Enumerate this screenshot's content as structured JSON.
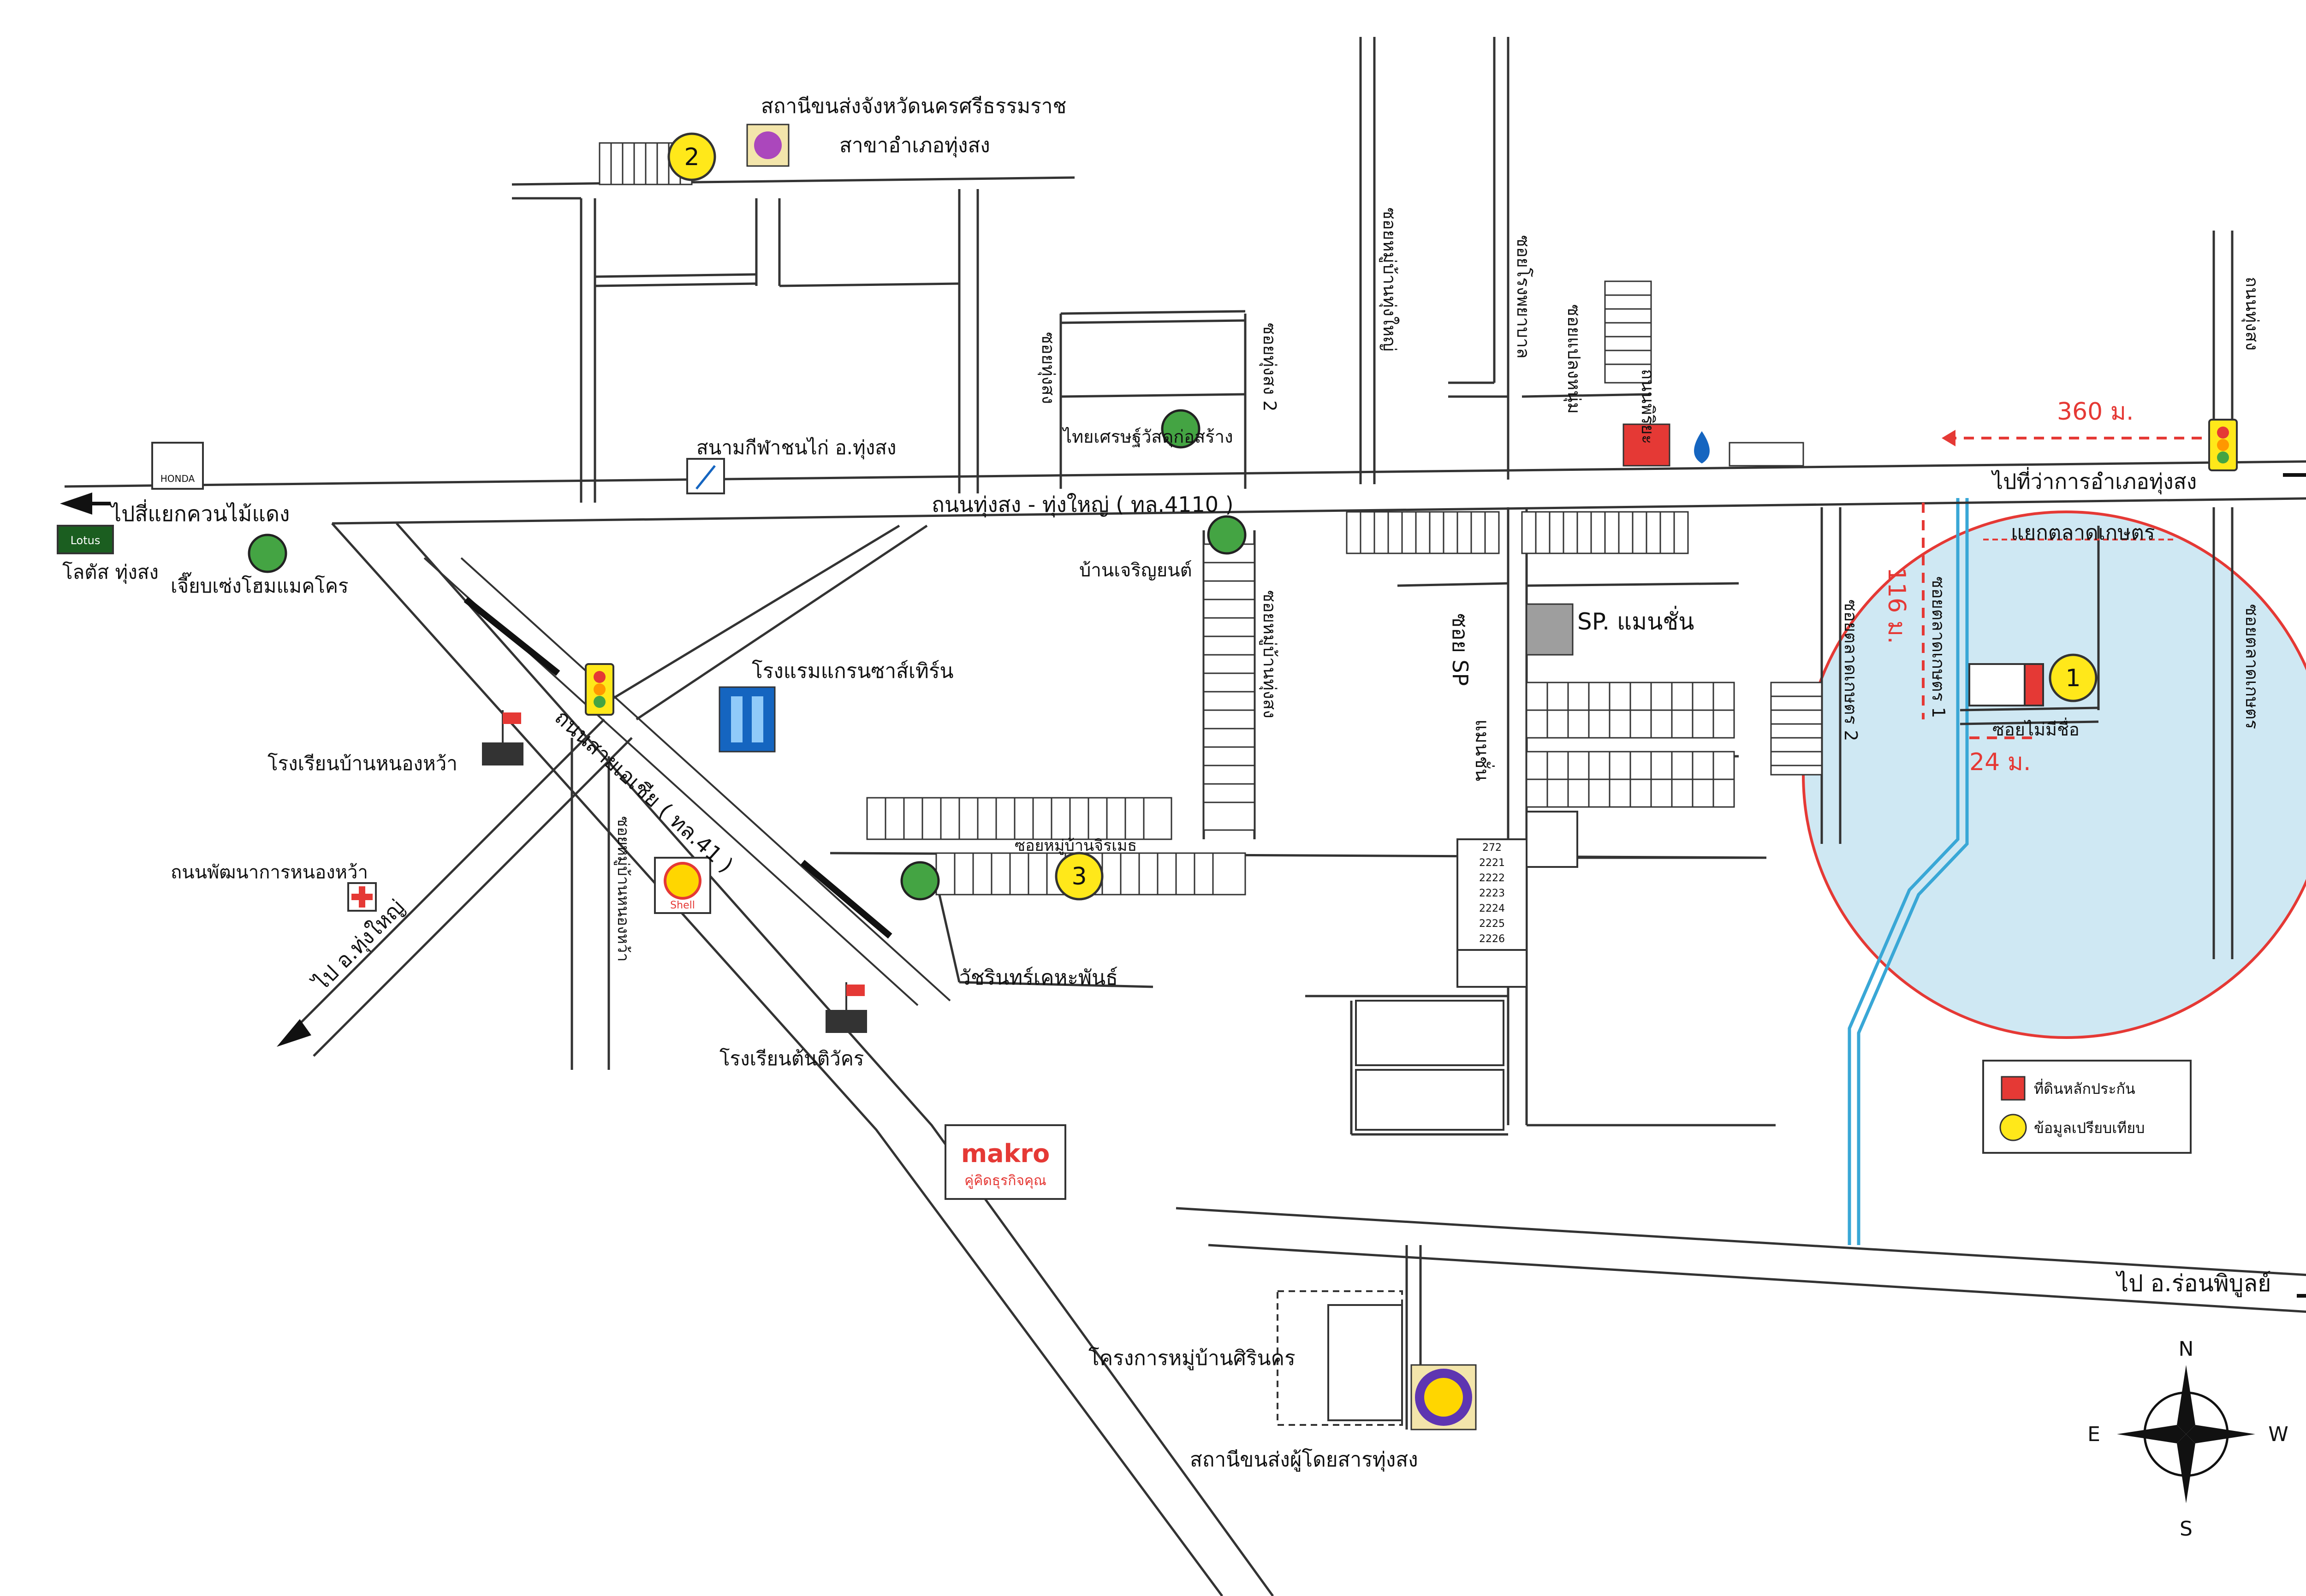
{
  "roads": {
    "main_road": "ถนนทุ่งสง - ทุ่งใหญ่ ( ทล.4110 )",
    "asian_highway": "ถนนสายเอเชีย ( ทล.41 )",
    "to_khuan_mai_daeng": "ไปสี่แยกควนไม้แดง",
    "to_amphoe_office": "ไปที่ว่าการอำเภอทุ่งสง",
    "to_thung_yai": "ไป อ.ทุ่งใหญ่",
    "to_ron_phibun": "ไป อ.ร่อนพิบูลย์",
    "nong_wa_road": "ถนนพัฒนาการหนองหว้า",
    "soi_sp": "ซอย SP",
    "soi_sp_sub": "แมนชั่น",
    "soi_thung_song": "ซอยทุ่งสง",
    "soi_thung_song_2": "ซอยทุ่งสง 2",
    "soi_ban_thung_song": "ซอยหมู่บ้านทุ่งสง",
    "soi_talat_kaset": "ซอยตลาดเกษตร",
    "soi_talat_kaset_2": "ซอยตลาดเกษตร 2",
    "soi_talat_kaset_1": "ซอยตลาดเกษตร 1",
    "soi_hospital": "ซอยโรงพยาบาล",
    "soi_ban_thung_yai": "ซอยหมู่บ้านทุ่งใหญ่",
    "soi_paeng_num": "ซอยแปลงหนุ่ม",
    "soi_wiriya_right": "ถนนพิริยะ",
    "road_far_right": "ถนนทุ่งสง",
    "soi_ban_nong_wa": "ซอยหมู่บ้านหนองหว้า",
    "talat_kaset_junction": "แยกตลาดเกษตร",
    "soi_mai_mee_chue": "ซอยไม่มีชื่อ"
  },
  "places": {
    "land_transport_office_1": "สถานีขนส่งจังหวัดนครศรีธรรมราช",
    "land_transport_office_2": "สาขาอำเภอทุ่งสง",
    "cockfight_stadium": "สนามกีฬาชนไก่ อ.ทุ่งสง",
    "thai_setthakit": "ไทยเศรษฐ์วัสดุก่อสร้าง",
    "lotus": "โลตัส ทุ่งสง",
    "chiab_seng": "เจี๊ยบเซ่งโฮมแมคโคร",
    "grand_sawan_hotel": "โรงแรมแกรนซาส์เทิร์น",
    "ban_nong_wa_school": "โรงเรียนบ้านหนองหว้า",
    "ton_tiwakorn_school": "โรงเรียนต้นติวัคร",
    "sp_mansion": "SP. แมนชั่น",
    "wachirin_temple": "วัชรินทร์เคหะพันธ์",
    "ban_charoen_yont": "บ้านเจริญยนต์",
    "sirinakorn_village": "โครงการหมู่บ้านศิรินคร",
    "bus_terminal": "สถานีขนส่งผู้โดยสารทุ่งสง",
    "makro": "makro",
    "makro_slogan": "คู่คิดธุรกิจคุณ",
    "shell": "Shell",
    "honda": "HONDA",
    "lotus_brand": "Lotus"
  },
  "markers": {
    "m1": "1",
    "m2": "2",
    "m3": "3",
    "m3_label": "ซอยหมู่บ้านจิรเมธ"
  },
  "distances": {
    "d360": "360 ม.",
    "d116": "116 ม.",
    "d24": "24 ม."
  },
  "legend": {
    "red_square": "ที่ดินหลักประกัน",
    "yellow_circle": "ข้อมูลเปรียบเทียบ"
  },
  "compass": {
    "n": "N",
    "s": "S",
    "e": "E",
    "w": "W"
  },
  "house_numbers": {
    "r1": "272",
    "r2": "2221",
    "r3": "2222",
    "r4": "2223",
    "r5": "2224",
    "r6": "2225",
    "r7": "2226"
  },
  "colors": {
    "highlight_circle_fill": "#cfe8f3",
    "highlight_circle_stroke": "#e53935",
    "river": "#39a7d6",
    "marker_yellow": "#ffe81a",
    "marker_green": "#44a443",
    "collateral_red": "#e53935"
  }
}
